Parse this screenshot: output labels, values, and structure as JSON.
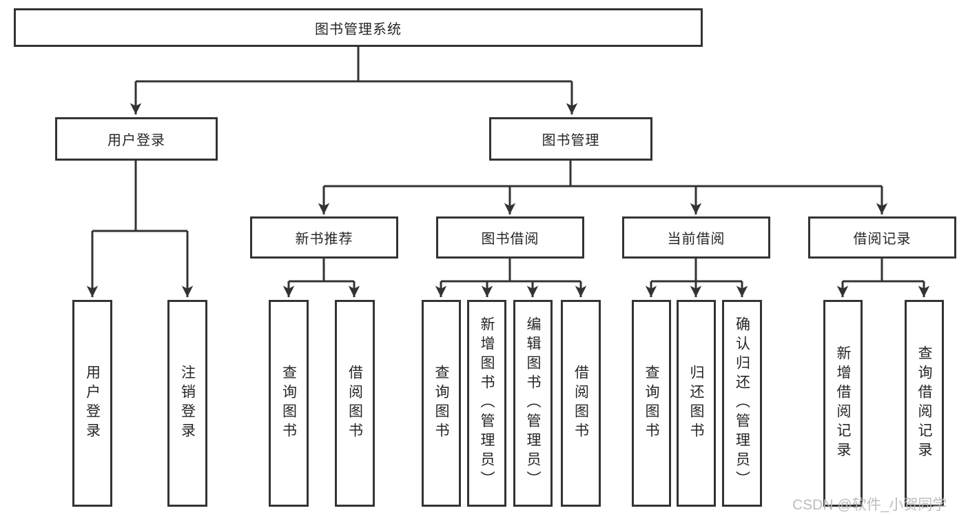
{
  "diagram_type": "functional-decomposition-tree",
  "colors": {
    "line": "#333333",
    "box_border": "#333333",
    "text": "#262626",
    "background": "#ffffff",
    "watermark": "#b8b8b8"
  },
  "tree": {
    "root": {
      "label": "图书管理系统",
      "children": [
        {
          "label": "用户登录",
          "children": [
            {
              "label": "用户登录"
            },
            {
              "label": "注销登录"
            }
          ]
        },
        {
          "label": "图书管理",
          "children": [
            {
              "label": "新书推荐",
              "children": [
                {
                  "label": "查询图书"
                },
                {
                  "label": "借阅图书"
                }
              ]
            },
            {
              "label": "图书借阅",
              "children": [
                {
                  "label": "查询图书"
                },
                {
                  "label": "新增图书（管理员）"
                },
                {
                  "label": "编辑图书（管理员）"
                },
                {
                  "label": "借阅图书"
                }
              ]
            },
            {
              "label": "当前借阅",
              "children": [
                {
                  "label": "查询图书"
                },
                {
                  "label": "归还图书"
                },
                {
                  "label": "确认归还（管理员）"
                }
              ]
            },
            {
              "label": "借阅记录",
              "children": [
                {
                  "label": "新增借阅记录"
                },
                {
                  "label": "查询借阅记录"
                }
              ]
            }
          ]
        }
      ]
    }
  },
  "watermark": {
    "text": "CSDN @软件_小贺同学"
  }
}
